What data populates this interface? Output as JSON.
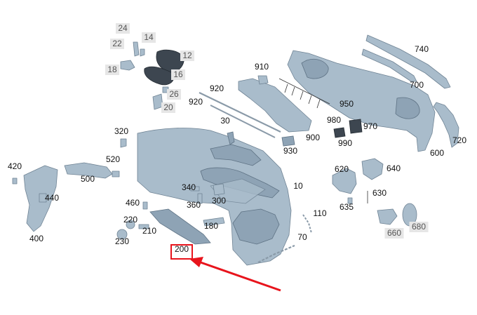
{
  "callouts": [
    {
      "text": "24",
      "style": "grey"
    },
    {
      "text": "14",
      "style": "grey"
    },
    {
      "text": "22",
      "style": "grey"
    },
    {
      "text": "12",
      "style": "grey"
    },
    {
      "text": "18",
      "style": "grey"
    },
    {
      "text": "16",
      "style": "grey"
    },
    {
      "text": "26",
      "style": "grey"
    },
    {
      "text": "20",
      "style": "grey"
    },
    {
      "text": "910",
      "style": "plain"
    },
    {
      "text": "920",
      "style": "plain"
    },
    {
      "text": "920",
      "style": "plain"
    },
    {
      "text": "950",
      "style": "plain"
    },
    {
      "text": "740",
      "style": "plain"
    },
    {
      "text": "700",
      "style": "plain"
    },
    {
      "text": "980",
      "style": "plain"
    },
    {
      "text": "970",
      "style": "plain"
    },
    {
      "text": "990",
      "style": "plain"
    },
    {
      "text": "900",
      "style": "plain"
    },
    {
      "text": "930",
      "style": "plain"
    },
    {
      "text": "720",
      "style": "plain"
    },
    {
      "text": "600",
      "style": "plain"
    },
    {
      "text": "320",
      "style": "plain"
    },
    {
      "text": "30",
      "style": "plain"
    },
    {
      "text": "420",
      "style": "plain"
    },
    {
      "text": "520",
      "style": "plain"
    },
    {
      "text": "500",
      "style": "plain"
    },
    {
      "text": "440",
      "style": "plain"
    },
    {
      "text": "620",
      "style": "plain"
    },
    {
      "text": "640",
      "style": "plain"
    },
    {
      "text": "10",
      "style": "plain"
    },
    {
      "text": "340",
      "style": "plain"
    },
    {
      "text": "360",
      "style": "plain"
    },
    {
      "text": "300",
      "style": "plain"
    },
    {
      "text": "630",
      "style": "plain"
    },
    {
      "text": "635",
      "style": "plain"
    },
    {
      "text": "460",
      "style": "plain"
    },
    {
      "text": "110",
      "style": "plain"
    },
    {
      "text": "220",
      "style": "plain"
    },
    {
      "text": "210",
      "style": "plain"
    },
    {
      "text": "180",
      "style": "plain"
    },
    {
      "text": "660",
      "style": "grey"
    },
    {
      "text": "680",
      "style": "grey"
    },
    {
      "text": "230",
      "style": "plain"
    },
    {
      "text": "400",
      "style": "plain"
    },
    {
      "text": "70",
      "style": "plain"
    },
    {
      "text": "200",
      "style": "plain"
    }
  ],
  "highlight": {
    "callout": "200",
    "color": "#e8141c"
  }
}
